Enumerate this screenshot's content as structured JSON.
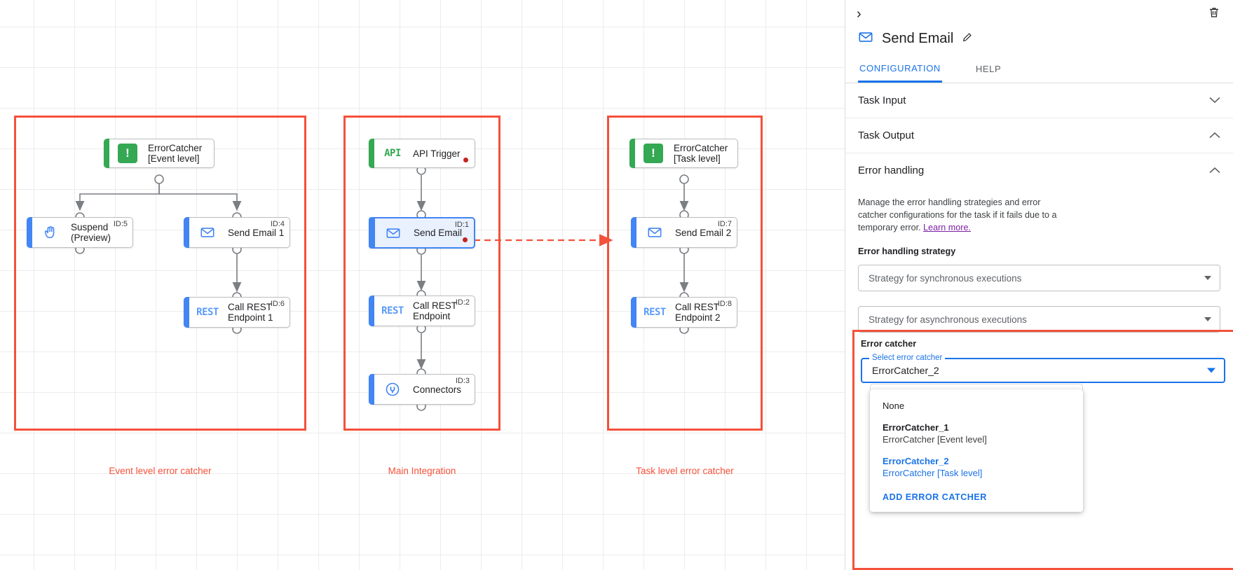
{
  "canvas": {
    "groups": [
      {
        "name": "event-level-group",
        "label": "Event level error catcher"
      },
      {
        "name": "main-integration-group",
        "label": "Main Integration"
      },
      {
        "name": "task-level-group",
        "label": "Task level error catcher"
      }
    ],
    "nodes": [
      {
        "key": "errorcatcher_event",
        "label": "ErrorCatcher\n[Event level]",
        "icon": "error-catcher-icon",
        "id": "",
        "accent": "green",
        "selected": false,
        "dot": false
      },
      {
        "key": "suspend",
        "label": "Suspend\n(Preview)",
        "icon": "hand-icon",
        "id": "ID:5",
        "accent": "blue",
        "selected": false,
        "dot": false
      },
      {
        "key": "send_email_1",
        "label": "Send Email 1",
        "icon": "email-icon",
        "id": "ID:4",
        "accent": "blue",
        "selected": false,
        "dot": false
      },
      {
        "key": "call_rest_endpoint_1",
        "label": "Call REST\nEndpoint 1",
        "icon": "rest-icon",
        "id": "ID:6",
        "accent": "blue",
        "selected": false,
        "dot": false
      },
      {
        "key": "api_trigger",
        "label": "API Trigger",
        "icon": "api-icon",
        "id": "",
        "accent": "green",
        "selected": false,
        "dot": true
      },
      {
        "key": "send_email",
        "label": "Send Email",
        "icon": "email-icon",
        "id": "ID:1",
        "accent": "blue",
        "selected": true,
        "dot": true
      },
      {
        "key": "call_rest_endpoint",
        "label": "Call REST\nEndpoint",
        "icon": "rest-icon",
        "id": "ID:2",
        "accent": "blue",
        "selected": false,
        "dot": false
      },
      {
        "key": "connectors",
        "label": "Connectors",
        "icon": "connectors-icon",
        "id": "ID:3",
        "accent": "blue",
        "selected": false,
        "dot": false
      },
      {
        "key": "errorcatcher_task",
        "label": "ErrorCatcher\n[Task level]",
        "icon": "error-catcher-icon",
        "id": "",
        "accent": "green",
        "selected": false,
        "dot": false
      },
      {
        "key": "send_email_2",
        "label": "Send Email 2",
        "icon": "email-icon",
        "id": "ID:7",
        "accent": "blue",
        "selected": false,
        "dot": false
      },
      {
        "key": "call_rest_endpoint_2",
        "label": "Call REST\nEndpoint 2",
        "icon": "rest-icon",
        "id": "ID:8",
        "accent": "blue",
        "selected": false,
        "dot": false
      }
    ],
    "icon_text": {
      "rest": "REST",
      "api": "API"
    }
  },
  "panel": {
    "title": "Send Email",
    "collapse_glyph": "›",
    "tabs": [
      {
        "label": "CONFIGURATION",
        "active": true
      },
      {
        "label": "HELP",
        "active": false
      }
    ],
    "sections": [
      {
        "key": "task_input",
        "title": "Task Input",
        "state": "collapsed",
        "chev": "⌄"
      },
      {
        "key": "task_output",
        "title": "Task Output",
        "state": "expanded",
        "chev": "⌃"
      },
      {
        "key": "error_handling",
        "title": "Error handling",
        "state": "expanded",
        "chev": "⌃"
      }
    ],
    "error_handling": {
      "description": "Manage the error handling strategies and error catcher configurations for the task if it fails due to a temporary error.",
      "learn_more": "Learn more.",
      "strategy_label": "Error handling strategy",
      "sync_placeholder": "Strategy for synchronous executions",
      "async_placeholder": "Strategy for asynchronous executions"
    },
    "error_catcher": {
      "label": "Error catcher",
      "field_label": "Select error catcher",
      "value": "ErrorCatcher_2",
      "options": [
        {
          "primary": "None",
          "secondary": "",
          "selected": false
        },
        {
          "primary": "ErrorCatcher_1",
          "secondary": "ErrorCatcher [Event level]",
          "selected": false
        },
        {
          "primary": "ErrorCatcher_2",
          "secondary": "ErrorCatcher [Task level]",
          "selected": true
        }
      ],
      "add_label": "ADD ERROR CATCHER"
    }
  },
  "colors": {
    "accent_blue": "#1a73e8",
    "green": "#34a853",
    "node_blue": "#4285f4",
    "highlight_red": "#f4513a",
    "error_dot": "#c5221f",
    "link_purple": "#7b1fa2"
  }
}
